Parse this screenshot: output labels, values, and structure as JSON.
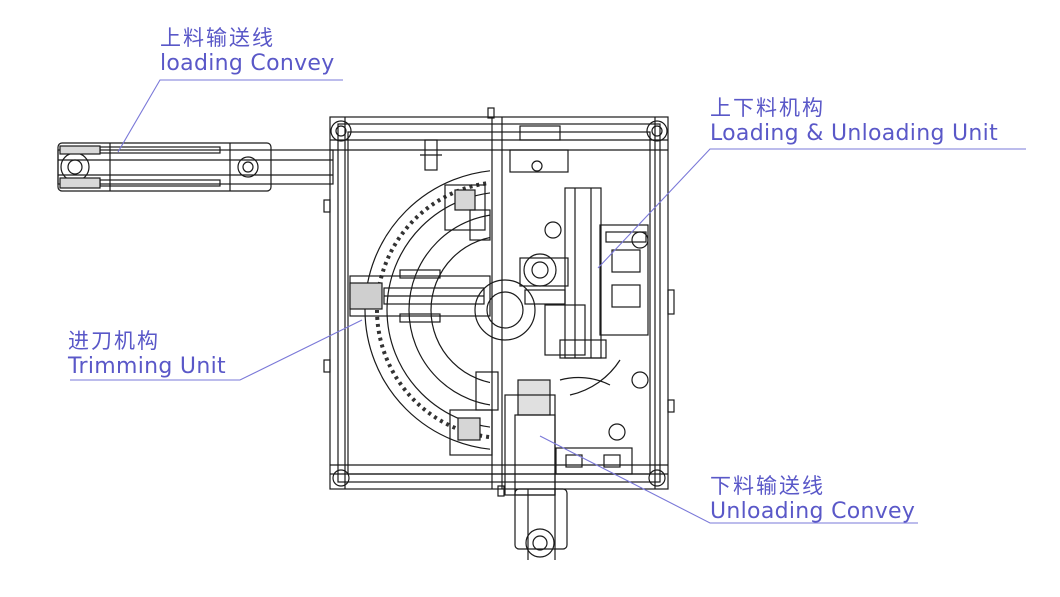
{
  "labels": {
    "loading_conveyor": {
      "cn": "上料输送线",
      "en": "loading Convey"
    },
    "loading_unloading_unit": {
      "cn": "上下料机构",
      "en": "Loading & Unloading Unit"
    },
    "trimming_unit": {
      "cn": "进刀机构",
      "en": "Trimming Unit"
    },
    "unloading_conveyor": {
      "cn": "下料输送线",
      "en": "Unloading Convey"
    }
  },
  "colors": {
    "label": "#5a58c8",
    "line": "#1a1a1a",
    "leader": "#7a78d8"
  }
}
